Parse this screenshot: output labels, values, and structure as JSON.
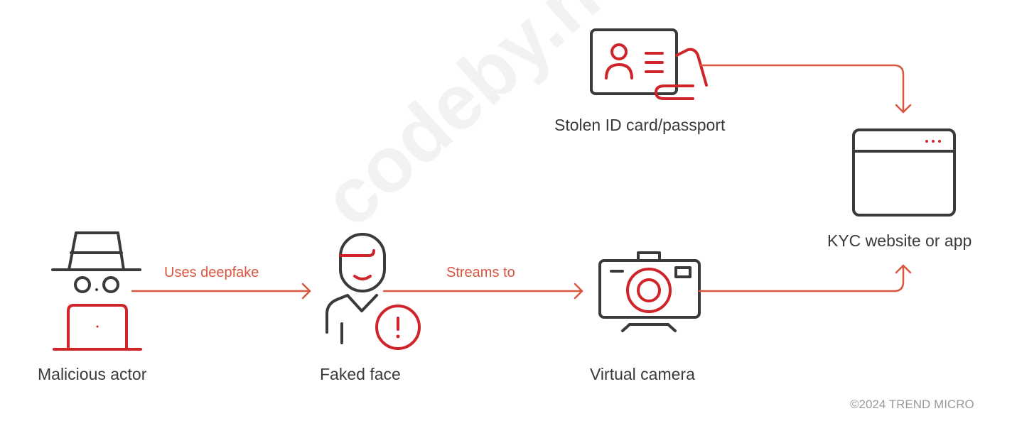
{
  "colors": {
    "red": "#d0242b",
    "dark": "#3a3a3a",
    "arrow": "#d9573f",
    "muted": "#9a9a9a"
  },
  "nodes": {
    "actor": {
      "label": "Malicious actor",
      "icon": "spy-hacker-icon"
    },
    "face": {
      "label": "Faked face",
      "icon": "faked-face-person-icon"
    },
    "camera": {
      "label": "Virtual camera",
      "icon": "camera-icon"
    },
    "id_card": {
      "label": "Stolen ID card/passport",
      "icon": "id-card-icon"
    },
    "kyc": {
      "label": "KYC website or app",
      "icon": "browser-window-icon"
    }
  },
  "edges": {
    "actor_to_face": "Uses deepfake",
    "face_to_camera": "Streams to"
  },
  "watermark": "codeby.net",
  "copyright": "©2024 TREND MICRO"
}
